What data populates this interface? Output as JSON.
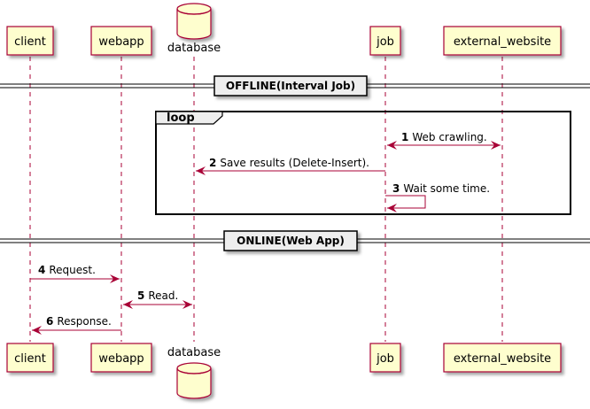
{
  "diagram": {
    "participants": [
      {
        "id": "client",
        "label": "client",
        "kind": "box"
      },
      {
        "id": "webapp",
        "label": "webapp",
        "kind": "box"
      },
      {
        "id": "database",
        "label": "database",
        "kind": "database"
      },
      {
        "id": "job",
        "label": "job",
        "kind": "box"
      },
      {
        "id": "external_website",
        "label": "external_website",
        "kind": "box"
      }
    ],
    "sections": [
      {
        "label": "OFFLINE(Interval Job)"
      },
      {
        "label": "ONLINE(Web App)"
      }
    ],
    "loop": {
      "label": "loop"
    },
    "messages": [
      {
        "num": "1",
        "text": "Web crawling.",
        "from": "job",
        "to": "external_website",
        "bidirectional": true
      },
      {
        "num": "2",
        "text": "Save results (Delete-Insert).",
        "from": "job",
        "to": "database",
        "bidirectional": false
      },
      {
        "num": "3",
        "text": "Wait some time.",
        "from": "job",
        "to": "job",
        "bidirectional": false
      },
      {
        "num": "4",
        "text": "Request.",
        "from": "client",
        "to": "webapp",
        "bidirectional": false
      },
      {
        "num": "5",
        "text": "Read.",
        "from": "webapp",
        "to": "database",
        "bidirectional": true
      },
      {
        "num": "6",
        "text": "Response.",
        "from": "webapp",
        "to": "client",
        "bidirectional": false
      }
    ],
    "colors": {
      "participant_fill": "#FEFECE",
      "participant_border": "#A80036",
      "lifeline": "#A80036",
      "arrow": "#A80036",
      "separator_fill": "#EEEEEE",
      "frame_border": "#000000"
    }
  }
}
